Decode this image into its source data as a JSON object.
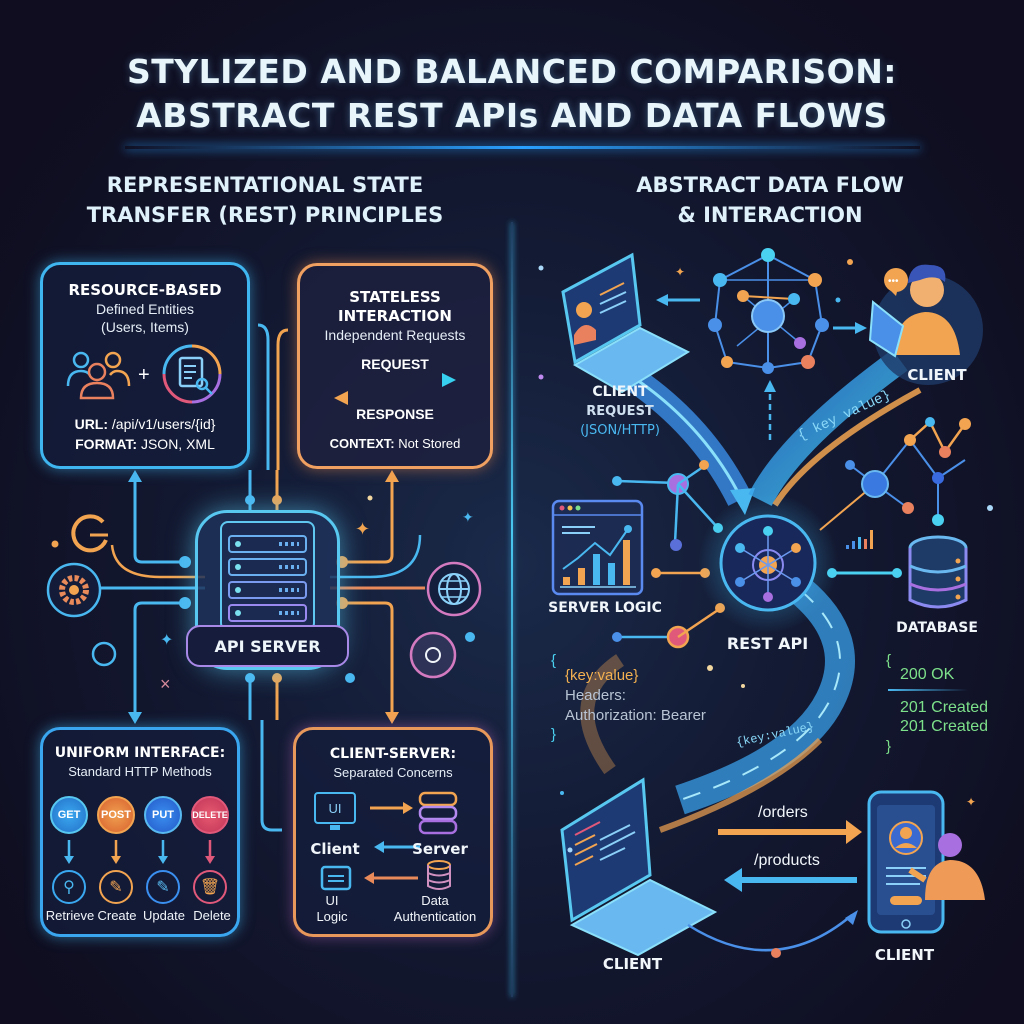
{
  "header": {
    "title_line1": "STYLIZED AND BALANCED COMPARISON:",
    "title_line2": "ABSTRACT REST APIs AND DATA FLOWS"
  },
  "left": {
    "title_line1": "REPRESENTATIONAL STATE",
    "title_line2": "TRANSFER (REST) PRINCIPLES",
    "resource_card": {
      "heading": "RESOURCE-BASED",
      "sub1": "Defined Entities",
      "sub2": "(Users, Items)",
      "plus": "+",
      "url_label": "URL:",
      "url_value": "/api/v1/users/{id}",
      "format_label": "FORMAT:",
      "format_value": "JSON, XML",
      "icons": [
        "users-icon",
        "document-search-icon"
      ]
    },
    "stateless_card": {
      "heading1": "STATELESS",
      "heading2": "INTERACTION",
      "sub": "Independent Requests",
      "request": "REQUEST",
      "response": "RESPONSE",
      "context_label": "CONTEXT:",
      "context_value": "Not Stored"
    },
    "server": {
      "label": "API SERVER",
      "side_icons": [
        "gear-icon",
        "refresh-icon",
        "globe-icon",
        "disc-icon"
      ]
    },
    "uniform_card": {
      "heading": "UNIFORM INTERFACE:",
      "sub": "Standard HTTP Methods",
      "methods": [
        {
          "name": "GET",
          "action": "Retrieve",
          "icon": "magnifier-icon",
          "color": "#2f8fe0"
        },
        {
          "name": "POST",
          "action": "Create",
          "icon": "pencil-icon",
          "color": "#ef8a3c"
        },
        {
          "name": "PUT",
          "action": "Update",
          "icon": "edit-icon",
          "color": "#2f7fd8"
        },
        {
          "name": "DELETE",
          "action": "Delete",
          "icon": "trash-icon",
          "color": "#e0485e"
        }
      ]
    },
    "client_server_card": {
      "heading": "CLIENT-SERVER:",
      "sub": "Separated Concerns",
      "ui_badge": "UI",
      "client": "Client",
      "server": "Server",
      "ui_logic_1": "UI",
      "ui_logic_2": "Logic",
      "data_1": "Data",
      "data_2": "Authentication"
    }
  },
  "right": {
    "title_line1": "ABSTRACT DATA FLOW",
    "title_line2": "& INTERACTION",
    "client_request": {
      "line1": "CLIENT",
      "line2": "REQUEST",
      "line3": "(JSON/HTTP)"
    },
    "client_top": "CLIENT",
    "flow_text_top": "{ key value}",
    "server_logic": "SERVER LOGIC",
    "rest_api": "REST API",
    "database": "DATABASE",
    "payload": {
      "open": "{",
      "kv": "{key:value}",
      "headers": "Headers:",
      "auth": "Authorization: Bearer",
      "close": "}"
    },
    "status": {
      "open": "{",
      "ok": "200 OK",
      "created1": "201 Created",
      "created2": "201 Created",
      "close": "}"
    },
    "flow_text_bottom": "{key:value}",
    "endpoints": {
      "orders": "/orders",
      "products": "/products"
    },
    "client_laptop": "CLIENT",
    "client_phone": "CLIENT"
  },
  "colors": {
    "background": "#120f24",
    "accent_blue": "#3fb6f0",
    "accent_orange": "#f2a450",
    "accent_pink": "#e0587a",
    "accent_purple": "#a86fe0",
    "status_green": "#7de08a"
  }
}
